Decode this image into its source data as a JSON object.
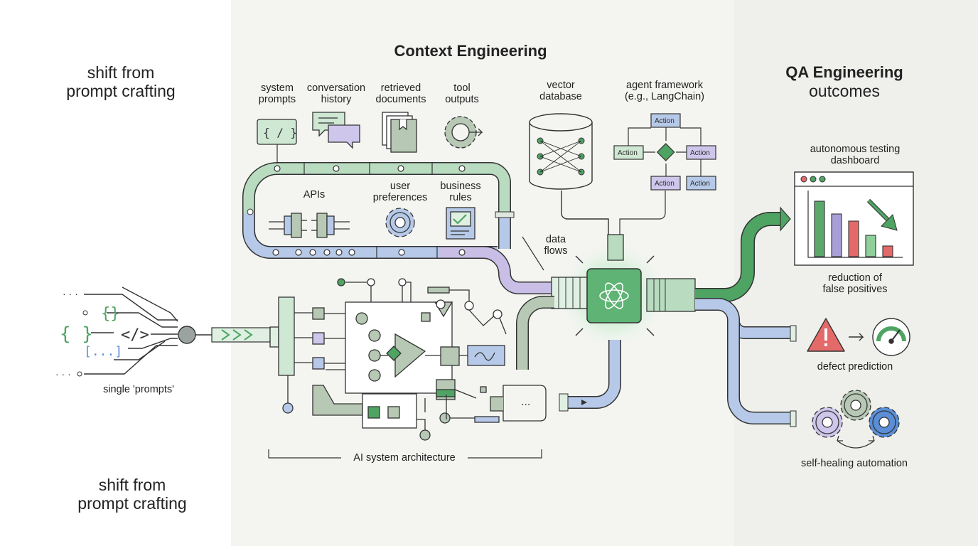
{
  "left": {
    "title_top": "shift from\nprompt crafting",
    "title_bottom": "shift from\nprompt crafting",
    "single_prompts": "single 'prompts'",
    "glyphs": [
      "{}",
      "{ }",
      "</>",
      "[...]"
    ]
  },
  "middle": {
    "title": "Context Engineering",
    "sources_top": [
      {
        "label": "system\nprompts",
        "icon": "code-brackets-icon"
      },
      {
        "label": "conversation\nhistory",
        "icon": "chat-bubbles-icon"
      },
      {
        "label": "retrieved\ndocuments",
        "icon": "documents-icon"
      },
      {
        "label": "tool\noutputs",
        "icon": "gear-arrow-icon"
      }
    ],
    "sources_bottom": [
      {
        "label": "APIs",
        "icon": "plug-connectors-icon"
      },
      {
        "label": "user\npreferences",
        "icon": "gear-icon"
      },
      {
        "label": "business\nrules",
        "icon": "checklist-icon"
      }
    ],
    "code_glyph": "{ / }",
    "vector_db": "vector\ndatabase",
    "agent_framework": "agent framework\n(e.g., LangChain)",
    "action_label": "Action",
    "data_flows": "data\nflows",
    "architecture_label": "AI system architecture",
    "ellipsis": "..."
  },
  "right": {
    "title": "QA Engineering",
    "subtitle": "outcomes",
    "dashboard_label": "autonomous testing\ndashboard",
    "false_positives": "reduction of\nfalse positives",
    "defect_prediction": "defect prediction",
    "self_healing": "self-healing automation",
    "dashboard_bars": [
      {
        "value": 0.78,
        "color": "#5aa96a"
      },
      {
        "value": 0.6,
        "color": "#a89fd6"
      },
      {
        "value": 0.5,
        "color": "#e46a6a"
      },
      {
        "value": 0.3,
        "color": "#8ecf9a"
      },
      {
        "value": 0.15,
        "color": "#e46a6a"
      }
    ]
  },
  "colors": {
    "green_pipe": "#b9dcc0",
    "blue_pipe": "#b6c9e8",
    "purple_pipe": "#c9bfe6",
    "sage": "#b7c9b5",
    "accent_green": "#4fa463",
    "red": "#e46a6a"
  }
}
